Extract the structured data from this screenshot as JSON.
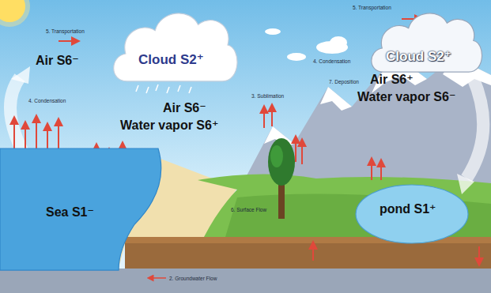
{
  "diagram": {
    "nodes": [
      {
        "text": [
          "Cloud S2⁺"
        ]
      },
      {
        "text": [
          "Cloud S2⁺"
        ]
      },
      {
        "text": [
          "Sea S1⁻"
        ]
      },
      {
        "text": [
          "pond S1⁺"
        ]
      }
    ],
    "labels": [
      "5. Transportation",
      "Air S6⁻",
      "4. Condensation",
      "Air S6⁻",
      "Water vapor S6⁺",
      "5. Transportation",
      "4. Condensation",
      "Air S6⁺",
      "7. Deposition",
      "Water vapor S6⁻",
      "3. Sublimation",
      "6. Surface Flow",
      "2. Groundwater Flow"
    ]
  }
}
